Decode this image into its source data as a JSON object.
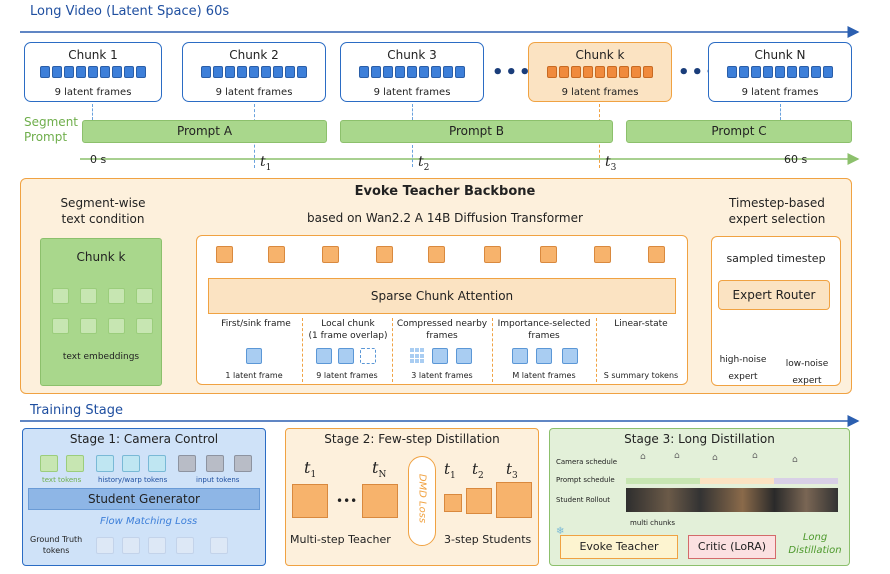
{
  "top_title": "Long Video (Latent Space) 60s",
  "chunks": [
    {
      "name": "Chunk 1",
      "frames": "9 latent frames"
    },
    {
      "name": "Chunk 2",
      "frames": "9 latent frames"
    },
    {
      "name": "Chunk 3",
      "frames": "9 latent frames"
    },
    {
      "name": "Chunk k",
      "frames": "9 latent frames"
    },
    {
      "name": "Chunk N",
      "frames": "9 latent frames"
    }
  ],
  "segment_prompt_label_1": "Segment",
  "segment_prompt_label_2": "Prompt",
  "prompts": [
    "Prompt A",
    "Prompt B",
    "Prompt C"
  ],
  "timeline": {
    "start": "0 s",
    "end": "60 s",
    "t1": "t",
    "t1_sub": "1",
    "t2": "t",
    "t2_sub": "2",
    "t3": "t",
    "t3_sub": "3"
  },
  "backbone": {
    "title": "Evoke Teacher Backbone",
    "subtitle": "based on Wan2.2 A 14B Diffusion Transformer",
    "left_title_1": "Segment-wise",
    "left_title_2": "text condition",
    "chunk_label": "Chunk k",
    "embeddings_label": "text embeddings",
    "attention_label": "Sparse Chunk Attention",
    "columns": [
      {
        "title_1": "First/sink frame",
        "title_2": "",
        "bottom": "1 latent frame"
      },
      {
        "title_1": "Local chunk",
        "title_2": "(1 frame overlap)",
        "bottom": "9 latent frames"
      },
      {
        "title_1": "Compressed nearby",
        "title_2": "frames",
        "bottom": "3 latent frames"
      },
      {
        "title_1": "Importance-selected",
        "title_2": "frames",
        "bottom": "M latent frames"
      },
      {
        "title_1": "Linear-state",
        "title_2": "",
        "bottom": "S summary tokens"
      }
    ],
    "right_title_1": "Timestep-based",
    "right_title_2": "expert selection",
    "sampled_timestep": "sampled timestep",
    "router": "Expert Router",
    "high_noise_1": "high-noise",
    "high_noise_2": "expert",
    "low_noise_1": "low-noise",
    "low_noise_2": "expert"
  },
  "training_title": "Training Stage",
  "stage1": {
    "title": "Stage 1: Camera Control",
    "text_tokens": "text tokens",
    "history_tokens": "history/warp tokens",
    "input_tokens": "input tokens",
    "generator": "Student Generator",
    "loss": "Flow Matching Loss",
    "gt_1": "Ground Truth",
    "gt_2": "tokens"
  },
  "stage2": {
    "title": "Stage 2: Few-step Distillation",
    "t1": "t",
    "t1_sub": "1",
    "tN": "t",
    "tN_sub": "N",
    "ellipsis": "•••",
    "dmd": "DMD Loss",
    "s_t1": "t",
    "s_t1_sub": "1",
    "s_t2": "t",
    "s_t2_sub": "2",
    "s_t3": "t",
    "s_t3_sub": "3",
    "teacher": "Multi-step Teacher",
    "students": "3-step Students"
  },
  "stage3": {
    "title": "Stage 3: Long Distillation",
    "camera": "Camera schedule",
    "prompt": "Prompt schedule",
    "rollout": "Student Rollout",
    "multi": "multi chunks",
    "teacher": "Evoke Teacher",
    "critic": "Critic (LoRA)",
    "long_1": "Long",
    "long_2": "Distillation"
  },
  "colors": {
    "blue": "#2b6cc4",
    "orange": "#f0a242",
    "green": "#8cc06c"
  }
}
